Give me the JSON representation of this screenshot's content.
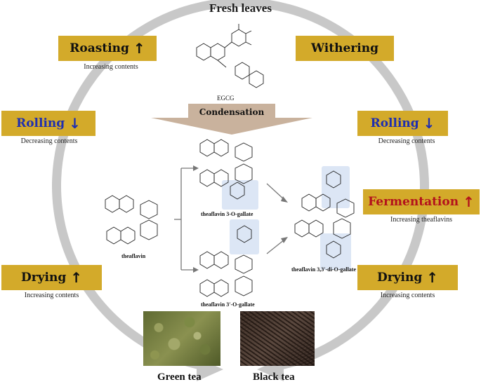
{
  "title": "Fresh leaves",
  "steps": {
    "roasting": {
      "label": "Roasting",
      "arrow": "↑",
      "note": "Increasing contents"
    },
    "withering": {
      "label": "Withering"
    },
    "rolling_left": {
      "label": "Rolling",
      "arrow": "↓",
      "note": "Decreasing contents"
    },
    "rolling_right": {
      "label": "Rolling",
      "arrow": "↓",
      "note": "Decreasing contents"
    },
    "fermentation": {
      "label": "Fermentation",
      "arrow": "↑",
      "note": "Increasing theaflavins"
    },
    "drying_left": {
      "label": "Drying",
      "arrow": "↑",
      "note": "Increasing contents"
    },
    "drying_right": {
      "label": "Drying",
      "arrow": "↑",
      "note": "Increasing contents"
    }
  },
  "center": {
    "egcg": "EGCG",
    "condensation": "Condensation",
    "theaflavin": "theaflavin",
    "tf3g": "theaflavin 3-O-gallate",
    "tf3pg": "theaflavin 3′-O-gallate",
    "tfdg": "theaflavin 3,3′-di-O-gallate"
  },
  "products": {
    "green": "Green tea",
    "black": "Black tea"
  },
  "colors": {
    "step_box": "#d3aa2a",
    "cycle_ring": "#c8c8c8",
    "condensation_arrow": "#c9b29d",
    "highlight": "#dce6f5",
    "rolling_text": "#1f2fb0",
    "fermentation_text": "#b3121c"
  }
}
